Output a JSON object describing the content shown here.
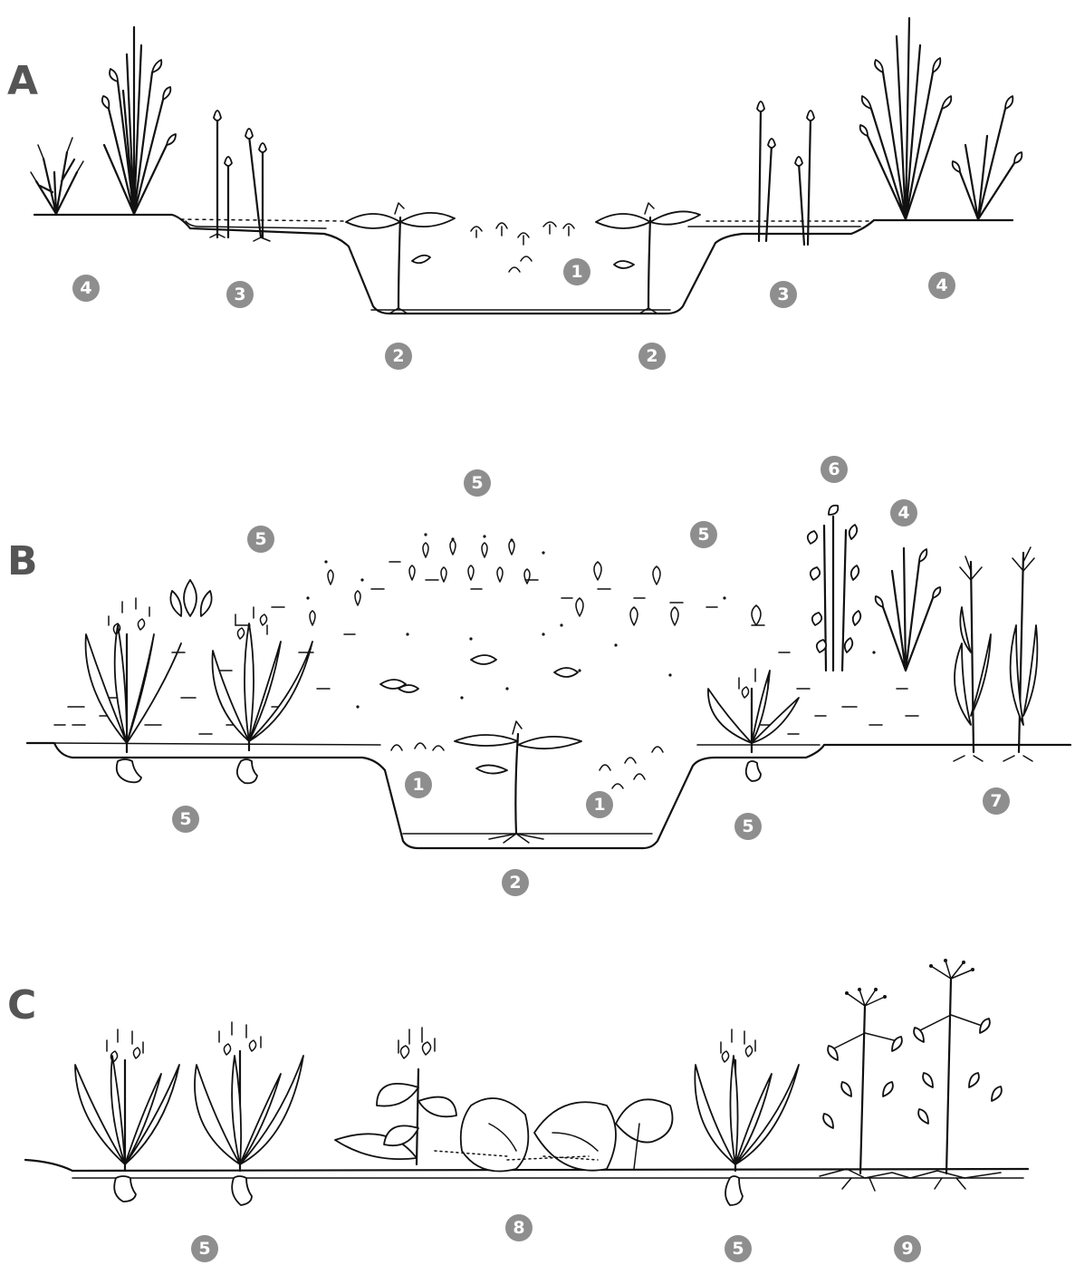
{
  "panels": [
    {
      "letter": "A",
      "markers": [
        "4",
        "3",
        "1",
        "3",
        "4",
        "2",
        "2"
      ]
    },
    {
      "letter": "B",
      "markers": [
        "5",
        "6",
        "5",
        "5",
        "4",
        "1",
        "1",
        "5",
        "5",
        "7",
        "2"
      ]
    },
    {
      "letter": "C",
      "markers": [
        "5",
        "8",
        "5",
        "9"
      ]
    }
  ],
  "colors": {
    "ink": "#111111",
    "marker": "#8e8e8e",
    "letter": "#555555"
  }
}
